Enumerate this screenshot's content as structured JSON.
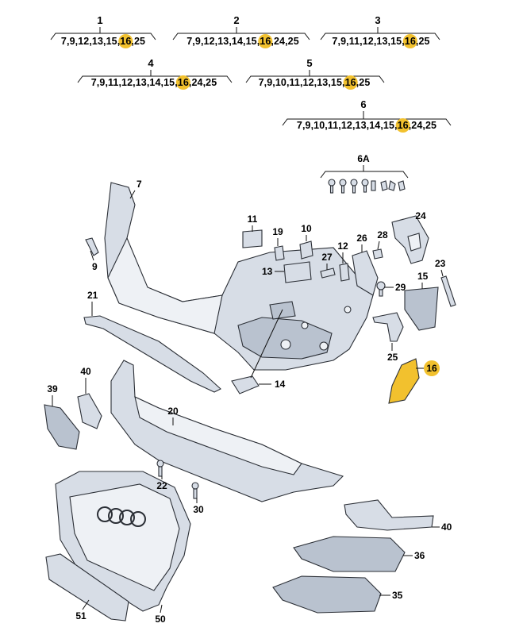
{
  "assemblies": [
    {
      "number": "1",
      "parts": [
        "7",
        "9",
        "12",
        "13",
        "15",
        "16",
        "25"
      ],
      "highlight": "16"
    },
    {
      "number": "2",
      "parts": [
        "7",
        "9",
        "12",
        "13",
        "14",
        "15",
        "16",
        "24",
        "25"
      ],
      "highlight": "16"
    },
    {
      "number": "3",
      "parts": [
        "7",
        "9",
        "11",
        "12",
        "13",
        "15",
        "16",
        "25"
      ],
      "highlight": "16"
    },
    {
      "number": "4",
      "parts": [
        "7",
        "9",
        "11",
        "12",
        "13",
        "14",
        "15",
        "16",
        "24",
        "25"
      ],
      "highlight": "16"
    },
    {
      "number": "5",
      "parts": [
        "7",
        "9",
        "10",
        "11",
        "12",
        "13",
        "15",
        "16",
        "25"
      ],
      "highlight": "16"
    },
    {
      "number": "6",
      "parts": [
        "7",
        "9",
        "10",
        "11",
        "12",
        "13",
        "14",
        "15",
        "16",
        "24",
        "25"
      ],
      "highlight": "16"
    }
  ],
  "kit_label": "6A",
  "callouts": {
    "c7": "7",
    "c9": "9",
    "c11": "11",
    "c19": "19",
    "c10": "10",
    "c26": "26",
    "c28": "28",
    "c24": "24",
    "c12": "12",
    "c27": "27",
    "c13": "13",
    "c23": "23",
    "c15": "15",
    "c29": "29",
    "c21": "21",
    "c25": "25",
    "c16": "16",
    "c14": "14",
    "c40a": "40",
    "c39": "39",
    "c20": "20",
    "c22": "22",
    "c30": "30",
    "c40b": "40",
    "c36": "36",
    "c35": "35",
    "c51": "51",
    "c50": "50"
  },
  "highlight_color": "#f2c12e"
}
